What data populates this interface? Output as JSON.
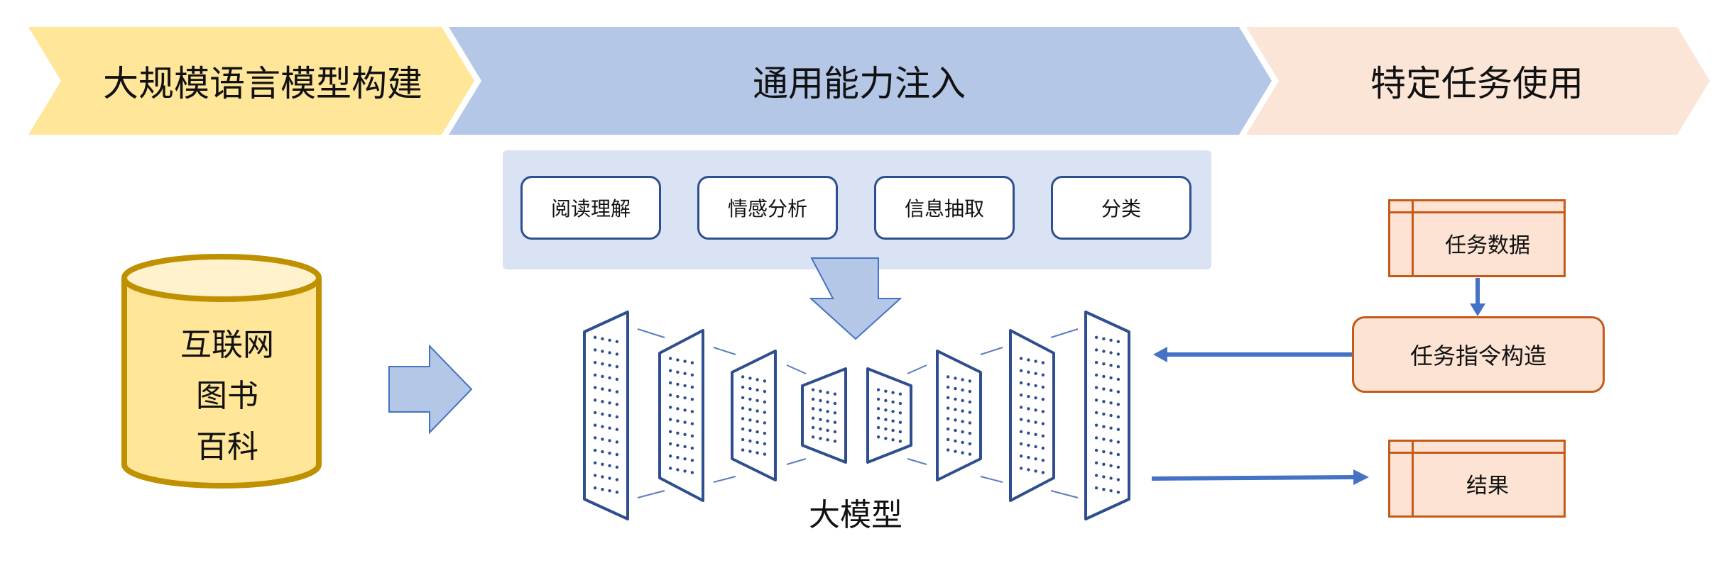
{
  "stages": [
    {
      "label": "大规模语言模型构建",
      "color": "#FFE699"
    },
    {
      "label": "通用能力注入",
      "color": "#B4C7E7"
    },
    {
      "label": "特定任务使用",
      "color": "#FBE5D6"
    }
  ],
  "data_sources": [
    "互联网",
    "图书",
    "百科"
  ],
  "capabilities": [
    "阅读理解",
    "情感分析",
    "信息抽取",
    "分类"
  ],
  "model_label": "大模型",
  "task": {
    "data_label": "任务数据",
    "instruction_label": "任务指令构造",
    "result_label": "结果"
  },
  "colors": {
    "navy": "#2E4E8F",
    "arrow_fill": "#B4C7E7",
    "arrow_stroke": "#4472C4",
    "cylinder_fill": "#FFE699",
    "cylinder_stroke": "#BF9000",
    "capability_panel": "#DAE3F3",
    "task_fill": "#FCE3D4",
    "task_stroke": "#C55A1A"
  }
}
